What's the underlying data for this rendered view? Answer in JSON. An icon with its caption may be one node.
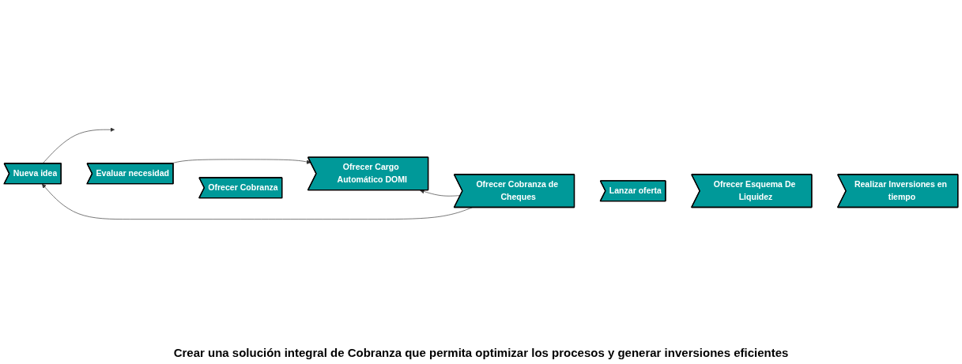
{
  "diagram": {
    "caption": "Crear una solución integral de Cobranza que permita optimizar los procesos y generar inversiones eficientes",
    "nodes": [
      {
        "text": [
          "Nueva idea"
        ]
      },
      {
        "text": [
          "Evaluar necesidad"
        ]
      },
      {
        "text": [
          "Ofrecer Cobranza"
        ]
      },
      {
        "text": [
          "Ofrecer Cargo Automático DOMI"
        ]
      },
      {
        "text": [
          "Ofrecer Cobranza de Cheques"
        ]
      },
      {
        "text": [
          "Lanzar oferta"
        ]
      },
      {
        "text": [
          "Ofrecer Esquema De Liquidez"
        ]
      },
      {
        "text": [
          "Realizar Inversiones en tiempo"
        ]
      }
    ],
    "edges": [
      {
        "from": 4,
        "to": 0,
        "arrow": "to"
      },
      {
        "from": 4,
        "to": 3,
        "arrow": "to"
      },
      {
        "from": 1,
        "to": 3,
        "arrow": "to"
      },
      {
        "from": 0,
        "to": null,
        "arrow": "to"
      }
    ]
  }
}
